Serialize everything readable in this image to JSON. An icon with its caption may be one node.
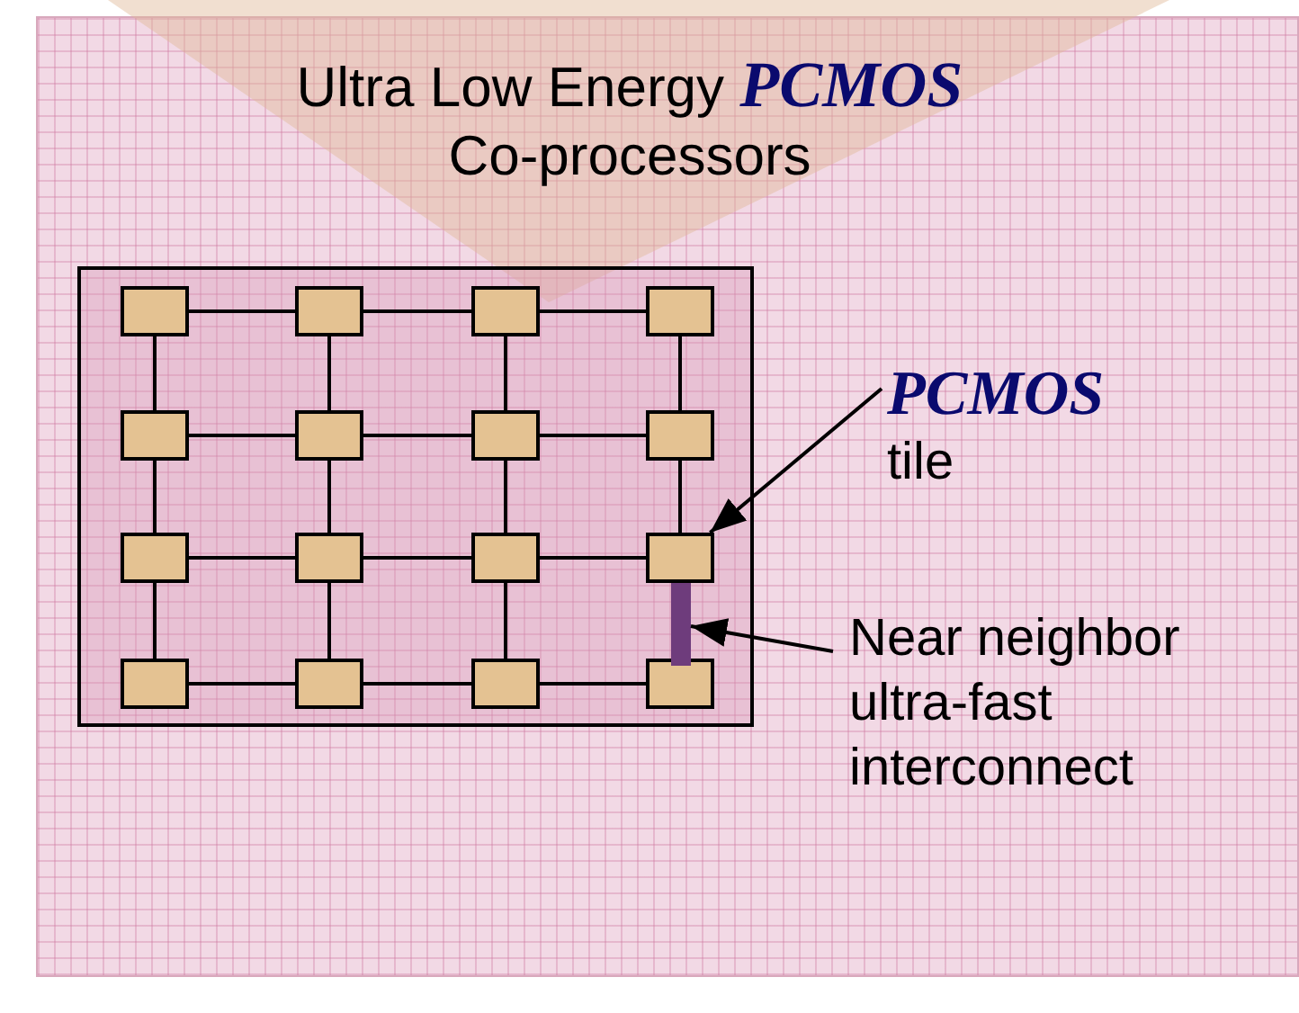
{
  "diagram": {
    "title": "Ultra Low Energy *PCMOS* Co-processors",
    "nodes": [
      {
        "text": [],
        "shape": "box"
      },
      {
        "text": [],
        "shape": "box",
        "in": 0
      },
      {
        "text": [],
        "shape": "box",
        "in": 0
      },
      {
        "text": [],
        "shape": "box",
        "in": 0
      },
      {
        "text": [],
        "shape": "box",
        "in": 0
      },
      {
        "text": [],
        "shape": "box",
        "in": 0
      },
      {
        "text": [],
        "shape": "box",
        "in": 0
      },
      {
        "text": [],
        "shape": "box",
        "in": 0
      },
      {
        "text": [],
        "shape": "box",
        "in": 0
      },
      {
        "text": [],
        "shape": "box",
        "in": 0
      },
      {
        "text": [],
        "shape": "box",
        "in": 0
      },
      {
        "text": [],
        "shape": "box",
        "in": 0
      },
      {
        "text": [],
        "shape": "box",
        "in": 0
      },
      {
        "text": [],
        "shape": "box",
        "in": 0
      },
      {
        "text": [],
        "shape": "box",
        "in": 0
      },
      {
        "text": [],
        "shape": "box",
        "in": 0
      },
      {
        "text": [],
        "shape": "box",
        "in": 0
      },
      {
        "text": [],
        "shape": "bar",
        "in": 0
      },
      {
        "text": [
          "PCMOS",
          "tile"
        ]
      },
      {
        "text": [
          "Near neighbor ultra-fast interconnect"
        ]
      }
    ],
    "edges": [
      {
        "from": 1,
        "to": 2,
        "arrow": "none"
      },
      {
        "from": 2,
        "to": 3,
        "arrow": "none"
      },
      {
        "from": 3,
        "to": 4,
        "arrow": "none"
      },
      {
        "from": 5,
        "to": 6,
        "arrow": "none"
      },
      {
        "from": 6,
        "to": 7,
        "arrow": "none"
      },
      {
        "from": 7,
        "to": 8,
        "arrow": "none"
      },
      {
        "from": 9,
        "to": 10,
        "arrow": "none"
      },
      {
        "from": 10,
        "to": 11,
        "arrow": "none"
      },
      {
        "from": 11,
        "to": 12,
        "arrow": "none"
      },
      {
        "from": 13,
        "to": 14,
        "arrow": "none"
      },
      {
        "from": 14,
        "to": 15,
        "arrow": "none"
      },
      {
        "from": 15,
        "to": 16,
        "arrow": "none"
      },
      {
        "from": 1,
        "to": 5,
        "arrow": "none"
      },
      {
        "from": 5,
        "to": 9,
        "arrow": "none"
      },
      {
        "from": 9,
        "to": 13,
        "arrow": "none"
      },
      {
        "from": 2,
        "to": 6,
        "arrow": "none"
      },
      {
        "from": 6,
        "to": 10,
        "arrow": "none"
      },
      {
        "from": 10,
        "to": 14,
        "arrow": "none"
      },
      {
        "from": 3,
        "to": 7,
        "arrow": "none"
      },
      {
        "from": 7,
        "to": 11,
        "arrow": "none"
      },
      {
        "from": 11,
        "to": 15,
        "arrow": "none"
      },
      {
        "from": 4,
        "to": 8,
        "arrow": "none"
      },
      {
        "from": 8,
        "to": 12,
        "arrow": "none"
      },
      {
        "from": 18,
        "to": 12,
        "arrow": "to"
      },
      {
        "from": 19,
        "to": 17,
        "arrow": "to"
      }
    ]
  }
}
